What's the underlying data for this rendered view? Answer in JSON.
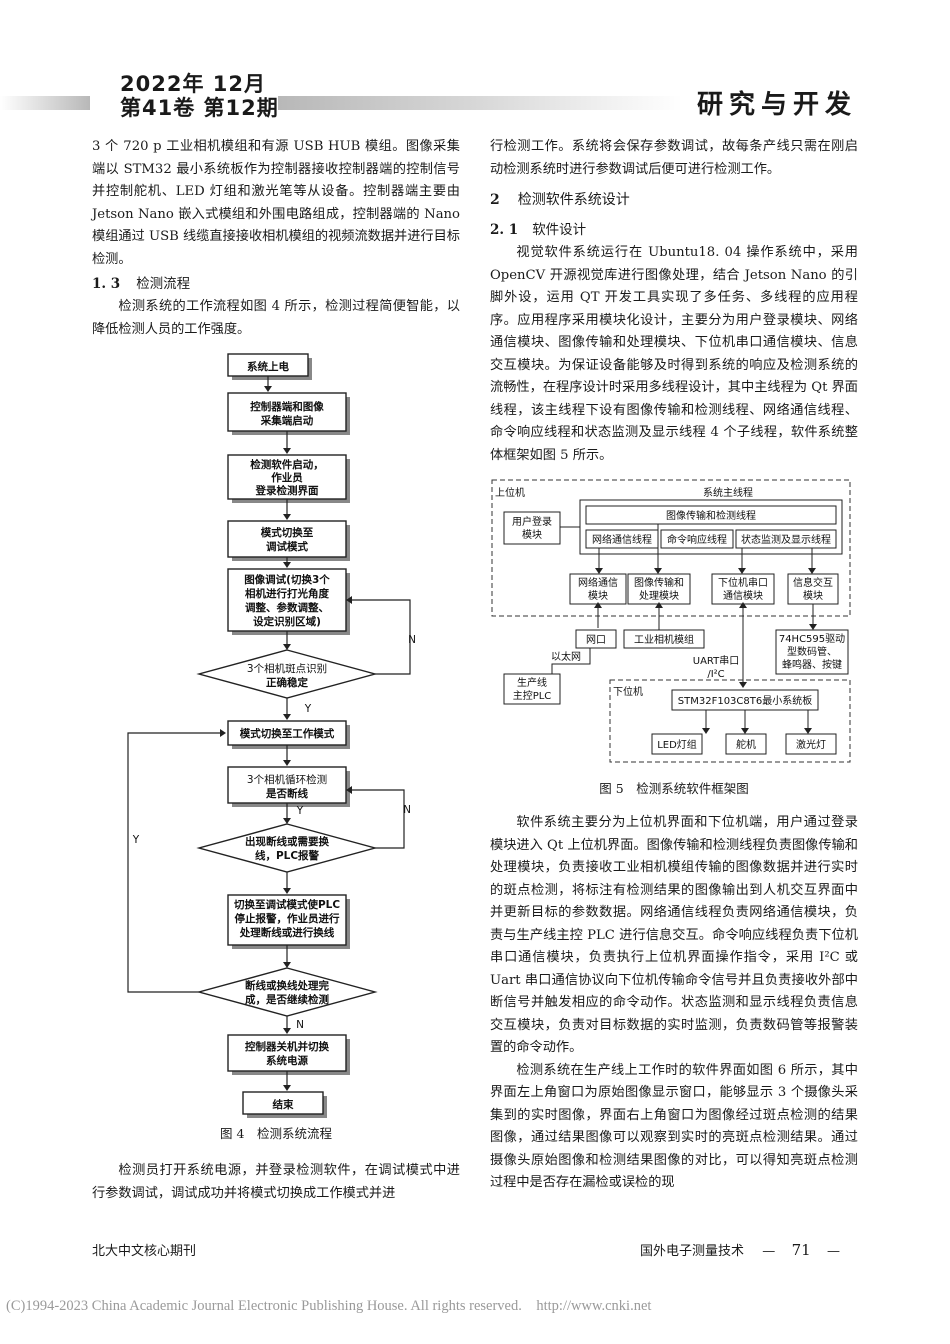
{
  "header": {
    "date": "2022年 12月",
    "issue": "第41卷 第12期",
    "section": "研究与开发"
  },
  "left": {
    "p1": "3 个 720 p 工业相机模组和有源 USB HUB 模组。图像采集端以 STM32 最小系统板作为控制器接收控制器端的控制信号并控制舵机、LED 灯组和激光笔等从设备。控制器端主要由 Jetson Nano 嵌入式模组和外围电路组成，控制器端的 Nano 模组通过 USB 线缆直接接收相机模组的视频流数据并进行目标检测。",
    "sec13_num": "1. 3",
    "sec13_title": "检测流程",
    "p2": "检测系统的工作流程如图 4 所示，检测过程简便智能，以降低检测人员的工作强度。",
    "fig4_caption": "图 4　检测系统流程",
    "p3": "检测员打开系统电源，并登录检测软件，在调试模式中进行参数调试，调试成功并将模式切换成工作模式并进"
  },
  "fig4": {
    "n1": "系统上电",
    "n2": [
      "控制器端和图像",
      "采集端启动"
    ],
    "n3": [
      "检测软件启动，",
      "作业员",
      "登录检测界面"
    ],
    "n4": [
      "模式切换至",
      "调试模式"
    ],
    "n5": [
      "图像调试(切换3个",
      "相机进行打光角度",
      "调整、参数调整、",
      "设定识别区域)"
    ],
    "d1": [
      "3个相机斑点识别",
      "正确稳定"
    ],
    "n6": "模式切换至工作模式",
    "n7": [
      "3个相机循环检测",
      "是否断线"
    ],
    "d2": [
      "出现断线或需要换",
      "线，PLC报警"
    ],
    "n8": [
      "切换至调试模式使PLC",
      "停止报警，作业员进行",
      "处理断线或进行换线"
    ],
    "d3": [
      "断线或换线处理完",
      "成，是否继续检测"
    ],
    "n9": [
      "控制器关机并切换",
      "系统电源"
    ],
    "n10": "结束",
    "y": "Y",
    "n": "N"
  },
  "right": {
    "p1": "行检测工作。系统将会保存参数调试，故每条产线只需在刚启动检测系统时进行参数调试后便可进行检测工作。",
    "sec2_num": "2",
    "sec2_title": "检测软件系统设计",
    "sec21_num": "2. 1",
    "sec21_title": "软件设计",
    "p2": "视觉软件系统运行在 Ubuntu18. 04 操作系统中，采用 OpenCV 开源视觉库进行图像处理，结合 Jetson Nano 的引脚外设，运用 QT 开发工具实现了多任务、多线程的应用程序。应用程序采用模块化设计，主要分为用户登录模块、网络通信模块、图像传输和处理模块、下位机串口通信模块、信息交互模块。为保证设备能够及时得到系统的响应及检测系统的流畅性，在程序设计时采用多线程设计，其中主线程为 Qt 界面线程，该主线程下设有图像传输和检测线程、网络通信线程、命令响应线程和状态监测及显示线程 4 个子线程，软件系统整体框架如图 5 所示。",
    "fig5_caption": "图 5　检测系统软件框架图",
    "p3": "软件系统主要分为上位机界面和下位机端，用户通过登录模块进入 Qt 上位机界面。图像传输和检测线程负责图像传输和处理模块，负责接收工业相机模组传输的图像数据并进行实时的斑点检测，将标注有检测结果的图像输出到人机交互界面中并更新目标的参数数据。网络通信线程负责网络通信模块，负责与生产线主控 PLC 进行信息交互。命令响应线程负责下位机串口通信模块，负责执行上位机界面操作指令，采用 I²C 或 Uart 串口通信协议向下位机传输命令信号并且负责接收外部中断信号并触发相应的命令动作。状态监测和显示线程负责信息交互模块，负责对目标数据的实时监测，负责数码管等报警装置的命令动作。",
    "p4": "检测系统在生产线上工作时的软件界面如图 6 所示，其中界面左上角窗口为原始图像显示窗口，能够显示 3 个摄像头采集到的实时图像，界面右上角窗口为图像经过斑点检测的结果图像，通过结果图像可以观察到实时的亮斑点检测结果。通过摄像头原始图像和检测结果图像的对比，可以得知亮斑点检测过程中是否存在漏检或误检的现"
  },
  "fig5": {
    "upper": "上位机",
    "main_thread": "系统主线程",
    "img_thread": "图像传输和检测线程",
    "net_thread": "网络通信线程",
    "cmd_thread": "命令响应线程",
    "status_thread": "状态监测及显示线程",
    "login": [
      "用户登录",
      "模块"
    ],
    "net_mod": [
      "网络通信",
      "模块"
    ],
    "img_mod": [
      "图像传输和",
      "处理模块"
    ],
    "serial_mod": [
      "下位机串口",
      "通信模块"
    ],
    "info_mod": [
      "信息交互",
      "模块"
    ],
    "netport": "网口",
    "camera": "工业相机模组",
    "uart": [
      "UART串口",
      "/I²C"
    ],
    "hc595": [
      "74HC595驱动",
      "型数码管、",
      "蜂鸣器、按键"
    ],
    "ethernet": "以太网",
    "plc": [
      "生产线",
      "主控PLC"
    ],
    "lower": "下位机",
    "stm32": "STM32F103C8T6最小系统板",
    "led": "LED灯组",
    "servo": "舵机",
    "laser": "激光灯"
  },
  "footer": {
    "left": "北大中文核心期刊",
    "journal": "国外电子测量技术",
    "dash1": "—",
    "page": "71",
    "dash2": "—"
  },
  "copyright": "(C)1994-2023 China Academic Journal Electronic Publishing House. All rights reserved.    http://www.cnki.net"
}
